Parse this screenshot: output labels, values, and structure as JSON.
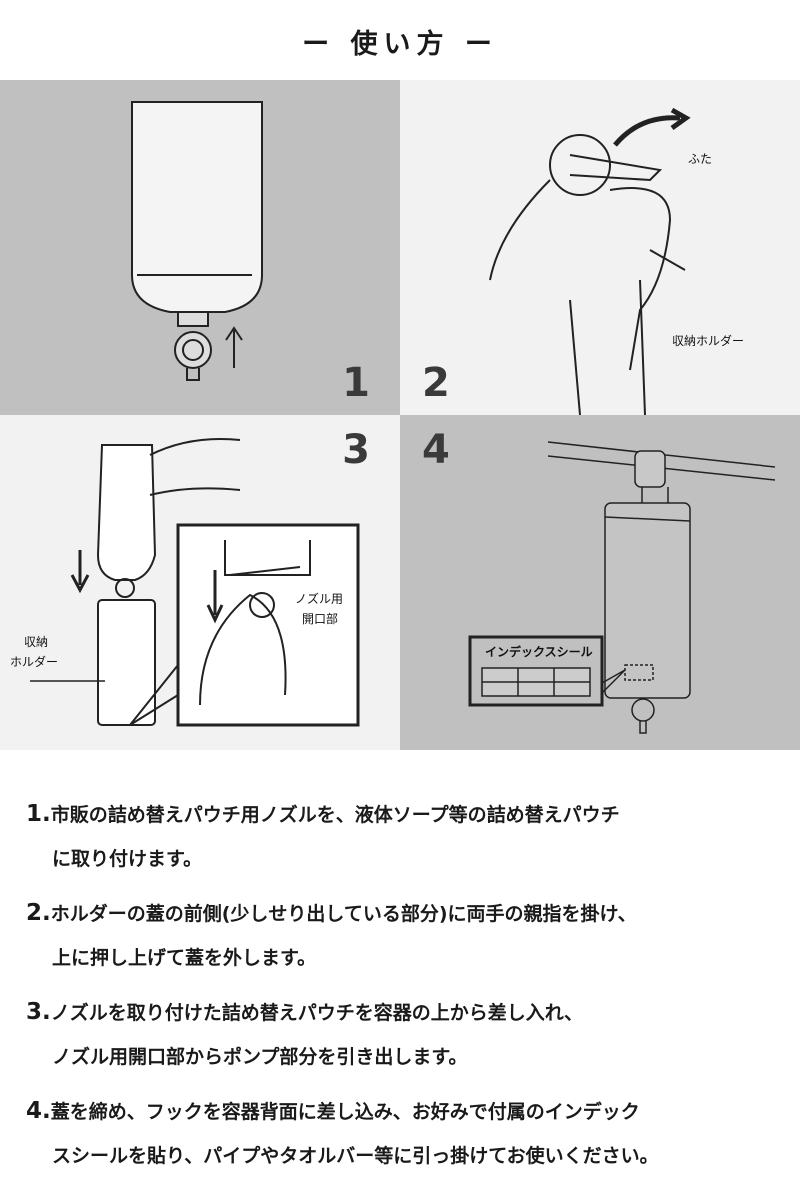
{
  "title": "ー 使い方 ー",
  "colors": {
    "panel_dark": "#c0c0c0",
    "panel_light": "#f2f2f2"
  },
  "panels": [
    {
      "number": "1"
    },
    {
      "number": "2",
      "labels": [
        "ふた",
        "収納ホルダー"
      ]
    },
    {
      "number": "3",
      "labels": [
        "収納",
        "ホルダー",
        "ノズル用",
        "開口部"
      ]
    },
    {
      "number": "4",
      "labels": [
        "インデックスシール"
      ]
    }
  ],
  "steps": [
    {
      "number": "1.",
      "line1": "市販の詰め替えパウチ用ノズルを、液体ソープ等の詰め替えパウチ",
      "line2": "に取り付けます。"
    },
    {
      "number": "2.",
      "line1": "ホルダーの蓋の前側(少しせり出している部分)に両手の親指を掛け、",
      "line2": "上に押し上げて蓋を外します。"
    },
    {
      "number": "3.",
      "line1": "ノズルを取り付けた詰め替えパウチを容器の上から差し入れ、",
      "line2": "ノズル用開口部からポンプ部分を引き出します。"
    },
    {
      "number": "4.",
      "line1": "蓋を締め、フックを容器背面に差し込み、お好みで付属のインデック",
      "line2": "スシールを貼り、パイプやタオルバー等に引っ掛けてお使いください。"
    }
  ]
}
